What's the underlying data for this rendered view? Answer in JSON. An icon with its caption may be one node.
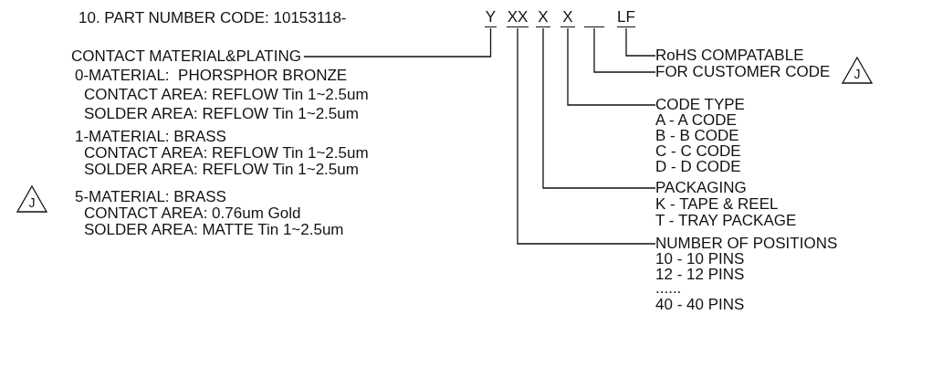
{
  "diagram": {
    "title": "10. PART NUMBER CODE: 10153118-",
    "nodes": [
      {
        "text": [
          "Y"
        ]
      },
      {
        "text": [
          "XX"
        ]
      },
      {
        "text": [
          "X"
        ]
      },
      {
        "text": [
          "X"
        ]
      },
      {
        "text": [],
        "shape": "bar"
      },
      {
        "text": [
          "LF"
        ]
      },
      {
        "text": [
          "CONTACT MATERIAL&PLATING",
          "0-MATERIAL:  PHORSPHOR BRONZE",
          "CONTACT AREA: REFLOW Tin 1~2.5um",
          "SOLDER AREA: REFLOW Tin 1~2.5um",
          "1-MATERIAL: BRASS",
          "CONTACT AREA: REFLOW Tin 1~2.5um",
          "SOLDER AREA: REFLOW Tin 1~2.5um",
          "5-MATERIAL: BRASS",
          "CONTACT AREA: 0.76um Gold",
          "SOLDER AREA: MATTE Tin 1~2.5um"
        ]
      },
      {
        "text": [
          "RoHS COMPATABLE"
        ]
      },
      {
        "text": [
          "FOR CUSTOMER CODE"
        ]
      },
      {
        "text": [
          "CODE TYPE",
          "A - A CODE",
          "B - B CODE",
          "C - C CODE",
          "D - D CODE"
        ]
      },
      {
        "text": [
          "PACKAGING",
          "K - TAPE & REEL",
          "T - TRAY PACKAGE"
        ]
      },
      {
        "text": [
          "NUMBER OF POSITIONS",
          "10 - 10 PINS",
          "12 - 12 PINS",
          "......",
          "40 - 40 PINS"
        ]
      }
    ],
    "edges": [
      {
        "from": 0,
        "to": 6,
        "arrow": "none"
      },
      {
        "from": 5,
        "to": 7,
        "arrow": "none"
      },
      {
        "from": 4,
        "to": 8,
        "arrow": "none"
      },
      {
        "from": 3,
        "to": 9,
        "arrow": "none"
      },
      {
        "from": 2,
        "to": 10,
        "arrow": "none"
      },
      {
        "from": 1,
        "to": 11,
        "arrow": "none"
      }
    ],
    "labels": [
      "J",
      "J"
    ]
  }
}
